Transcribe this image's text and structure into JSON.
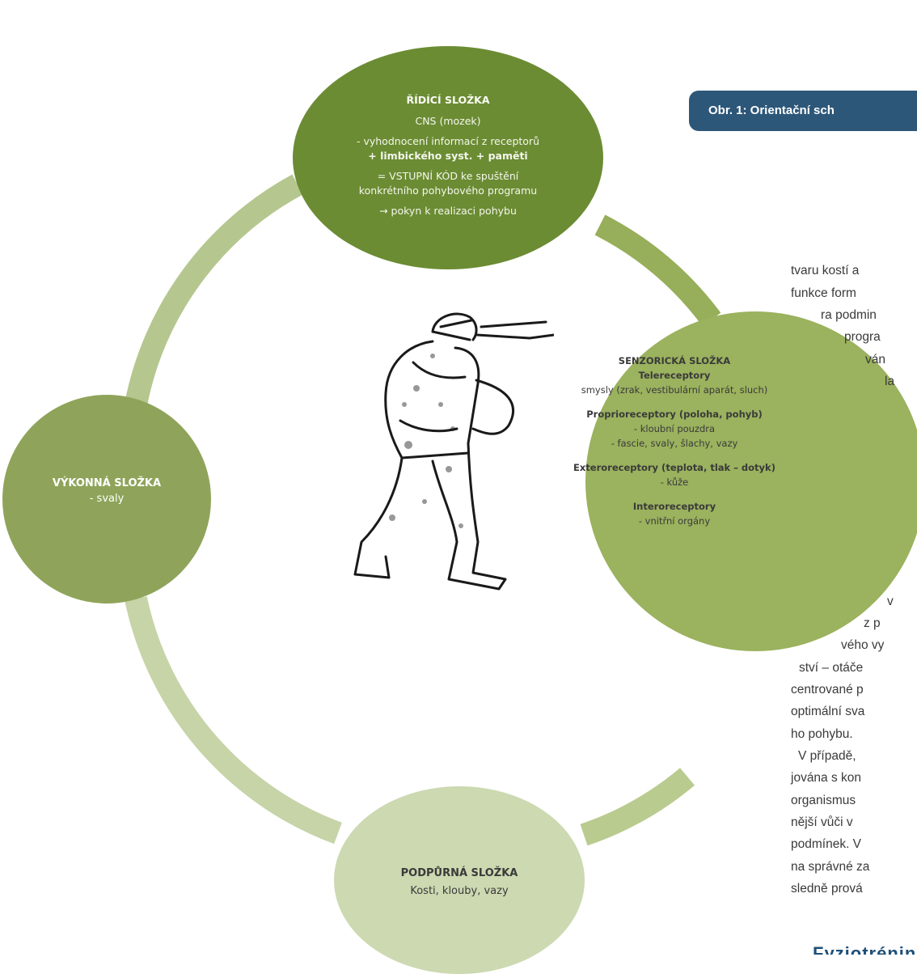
{
  "banner": {
    "text": "Obr. 1: Orientační sch"
  },
  "diagram": {
    "top_node": {
      "title": "ŘÍDÍCÍ SLOŽKA",
      "subtitle": "CNS (mozek)",
      "line1": "- vyhodnocení informací z receptorů",
      "line2": "+ limbického syst. + paměti",
      "line3": "= VSTUPNÍ KÓD ke spuštění",
      "line4": "konkrétního pohybového programu",
      "line5": "→ pokyn k realizaci pohybu"
    },
    "left_node": {
      "title": "VÝKONNÁ SLOŽKA",
      "text": "- svaly"
    },
    "right_node": {
      "title": "SENZORICKÁ SLOŽKA",
      "groups": [
        {
          "heading": "Telereceptory",
          "items": [
            "smysly (zrak, vestibulární aparát, sluch)"
          ]
        },
        {
          "heading": "Proprioreceptory (poloha, pohyb)",
          "items": [
            "- kloubní pouzdra",
            "- fascie, svaly, šlachy, vazy"
          ]
        },
        {
          "heading": "Exteroreceptory (teplota, tlak – dotyk)",
          "items": [
            "- kůže"
          ]
        },
        {
          "heading": "Interoreceptory",
          "items": [
            "- vnitřní orgány"
          ]
        }
      ]
    },
    "bottom_node": {
      "title": "PODPŮRNÁ SLOŽKA",
      "text": "Kosti, klouby, vazy"
    }
  },
  "body_text": {
    "fragments": [
      "tvaru kostí a",
      "funkce form",
      "ra podmin",
      "progra",
      "ván",
      "la",
      "v",
      "z p",
      "vého vy",
      "ství – otáče",
      "centrované p",
      "optimální sva",
      "ho pohybu.",
      "V případě,",
      "jována s kon",
      "organismus",
      "nější vůči v",
      "podmínek. V",
      "na správné za",
      "sledně prová"
    ],
    "heading_fragment": "Fyziotrénin"
  },
  "colors": {
    "banner": "#2d5779",
    "top_node": "#6b8c33",
    "left_node": "#8fa45a",
    "right_node": "#9bb25e",
    "bottom_node": "#ccd9b1",
    "ring": "#b5c78f"
  },
  "icons": [
    "soldier-aiming-rifle-illustration",
    "arrow-right-icon"
  ]
}
